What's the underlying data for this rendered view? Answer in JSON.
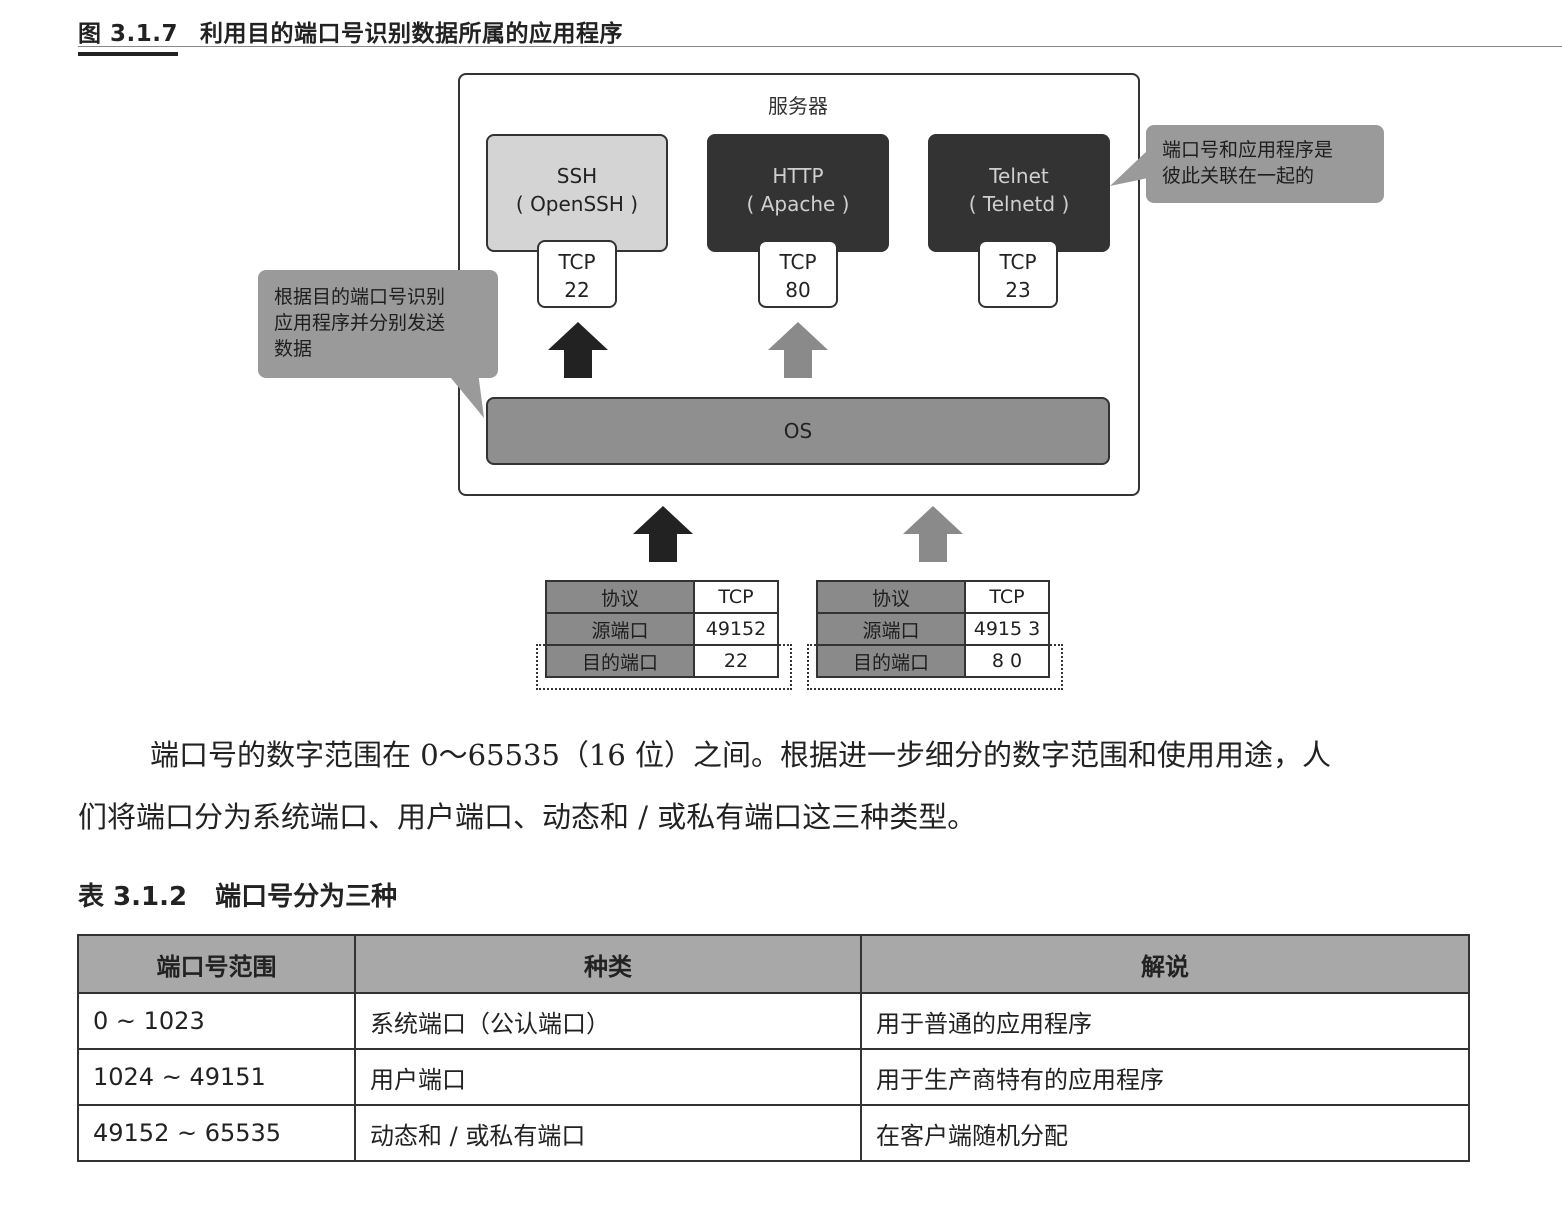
{
  "figure": {
    "number": "图 3.1.7",
    "title": "利用目的端口号识别数据所属的应用程序",
    "server_label": "服务器",
    "apps": [
      {
        "name": "SSH",
        "impl": "( OpenSSH )",
        "protocol": "TCP",
        "port": "22"
      },
      {
        "name": "HTTP",
        "impl": "( Apache )",
        "protocol": "TCP",
        "port": "80"
      },
      {
        "name": "Telnet",
        "impl": "( Telnetd )",
        "protocol": "TCP",
        "port": "23"
      }
    ],
    "os_label": "OS",
    "callout_left": [
      "根据目的端口号识别",
      "应用程序并分别发送",
      "数据"
    ],
    "callout_right": [
      "端口号和应用程序是",
      "彼此关联在一起的"
    ],
    "headers": [
      {
        "protocol_key": "协议",
        "protocol": "TCP",
        "src_key": "源端口",
        "src": "49152",
        "dst_key": "目的端口",
        "dst": "22"
      },
      {
        "protocol_key": "协议",
        "protocol": "TCP",
        "src_key": "源端口",
        "src": "4915 3",
        "dst_key": "目的端口",
        "dst": "8 0"
      }
    ],
    "colors": {
      "dark_arrow": "#222222",
      "light_arrow": "#8a8a8a",
      "light_app": "#d4d4d4",
      "dark_app": "#333333"
    }
  },
  "paragraph": {
    "line1": "端口号的数字范围在 0～65535（16 位）之间。根据进一步细分的数字范围和使用用途，人",
    "line2": "们将端口分为系统端口、用户端口、动态和 / 或私有端口这三种类型。"
  },
  "table": {
    "number": "表 3.1.2",
    "title": "端口号分为三种",
    "headers": [
      "端口号范围",
      "种类",
      "解说"
    ],
    "rows": [
      [
        "0 ~ 1023",
        "系统端口（公认端口）",
        "用于普通的应用程序"
      ],
      [
        "1024 ~ 49151",
        "用户端口",
        "用于生产商特有的应用程序"
      ],
      [
        "49152 ~ 65535",
        "动态和 / 或私有端口",
        "在客户端随机分配"
      ]
    ]
  }
}
